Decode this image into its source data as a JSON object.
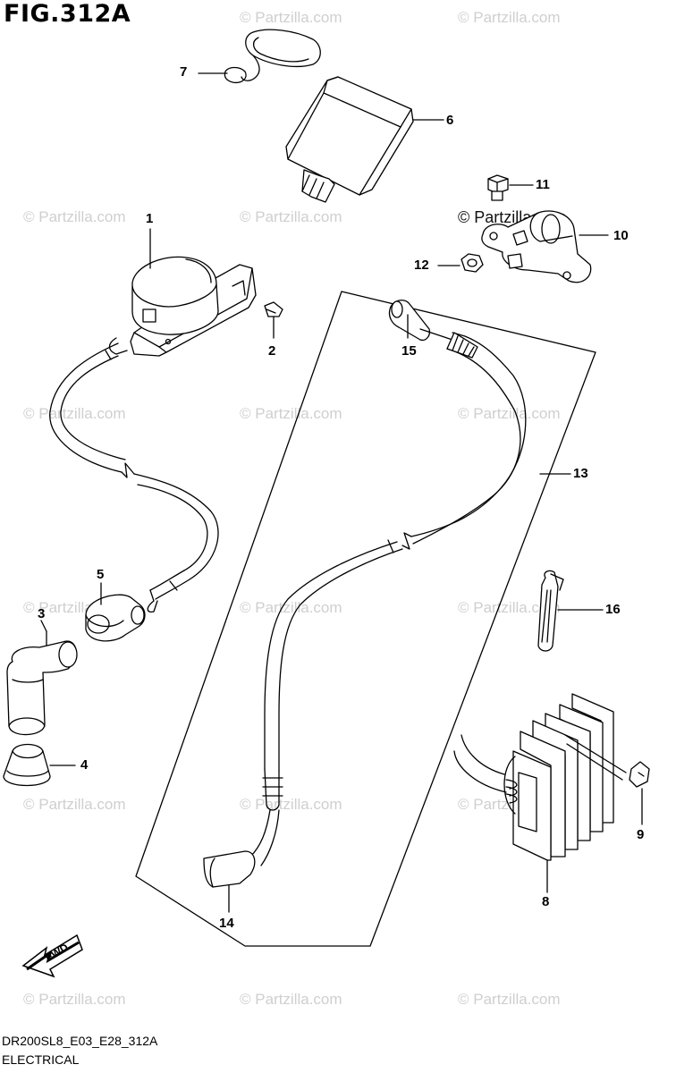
{
  "figure_title": "FIG.312A",
  "watermark_text": "© Partzilla.com",
  "footer": {
    "code": "DR200SL8_E03_E28_312A",
    "section": "ELECTRICAL"
  },
  "fwd_label": "FWD",
  "callouts": {
    "n1": "1",
    "n2": "2",
    "n3": "3",
    "n4": "4",
    "n5": "5",
    "n6": "6",
    "n7": "7",
    "n8": "8",
    "n9": "9",
    "n10": "10",
    "n11": "11",
    "n12": "12",
    "n13": "13",
    "n14": "14",
    "n15": "15",
    "n16": "16"
  },
  "colors": {
    "line": "#000000",
    "watermark": "#cfcfcf"
  }
}
